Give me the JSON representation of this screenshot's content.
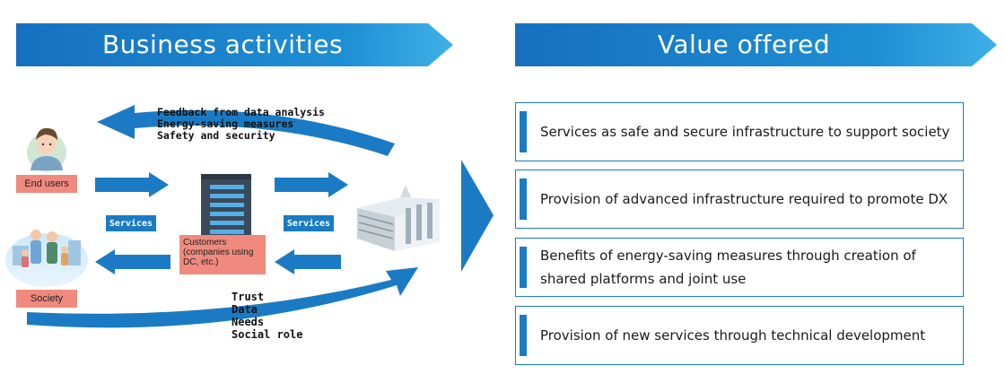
{
  "banners": {
    "left": "Business activities",
    "right": "Value offered"
  },
  "feedback_lines": [
    "Feedback from data analysis",
    "Energy-saving measures",
    "Safety and security"
  ],
  "labels": {
    "end_users": "End users",
    "society": "Society",
    "services_left": "Services",
    "services_right": "Services",
    "customers": "Customers\n(companies using\nDC, etc.)"
  },
  "bottom_lines": [
    "Trust",
    "Data",
    "Needs",
    "Social role"
  ],
  "values": [
    "Services as safe and secure infrastructure to support society",
    "Provision of advanced infrastructure required to promote DX",
    "Benefits of energy-saving measures through creation of shared platforms and joint use",
    "Provision of new services through technical development"
  ],
  "colors": {
    "primary_blue": "#1a7bc4",
    "banner_blue": "#1e88d0",
    "label_salmon": "#f08a7e"
  }
}
